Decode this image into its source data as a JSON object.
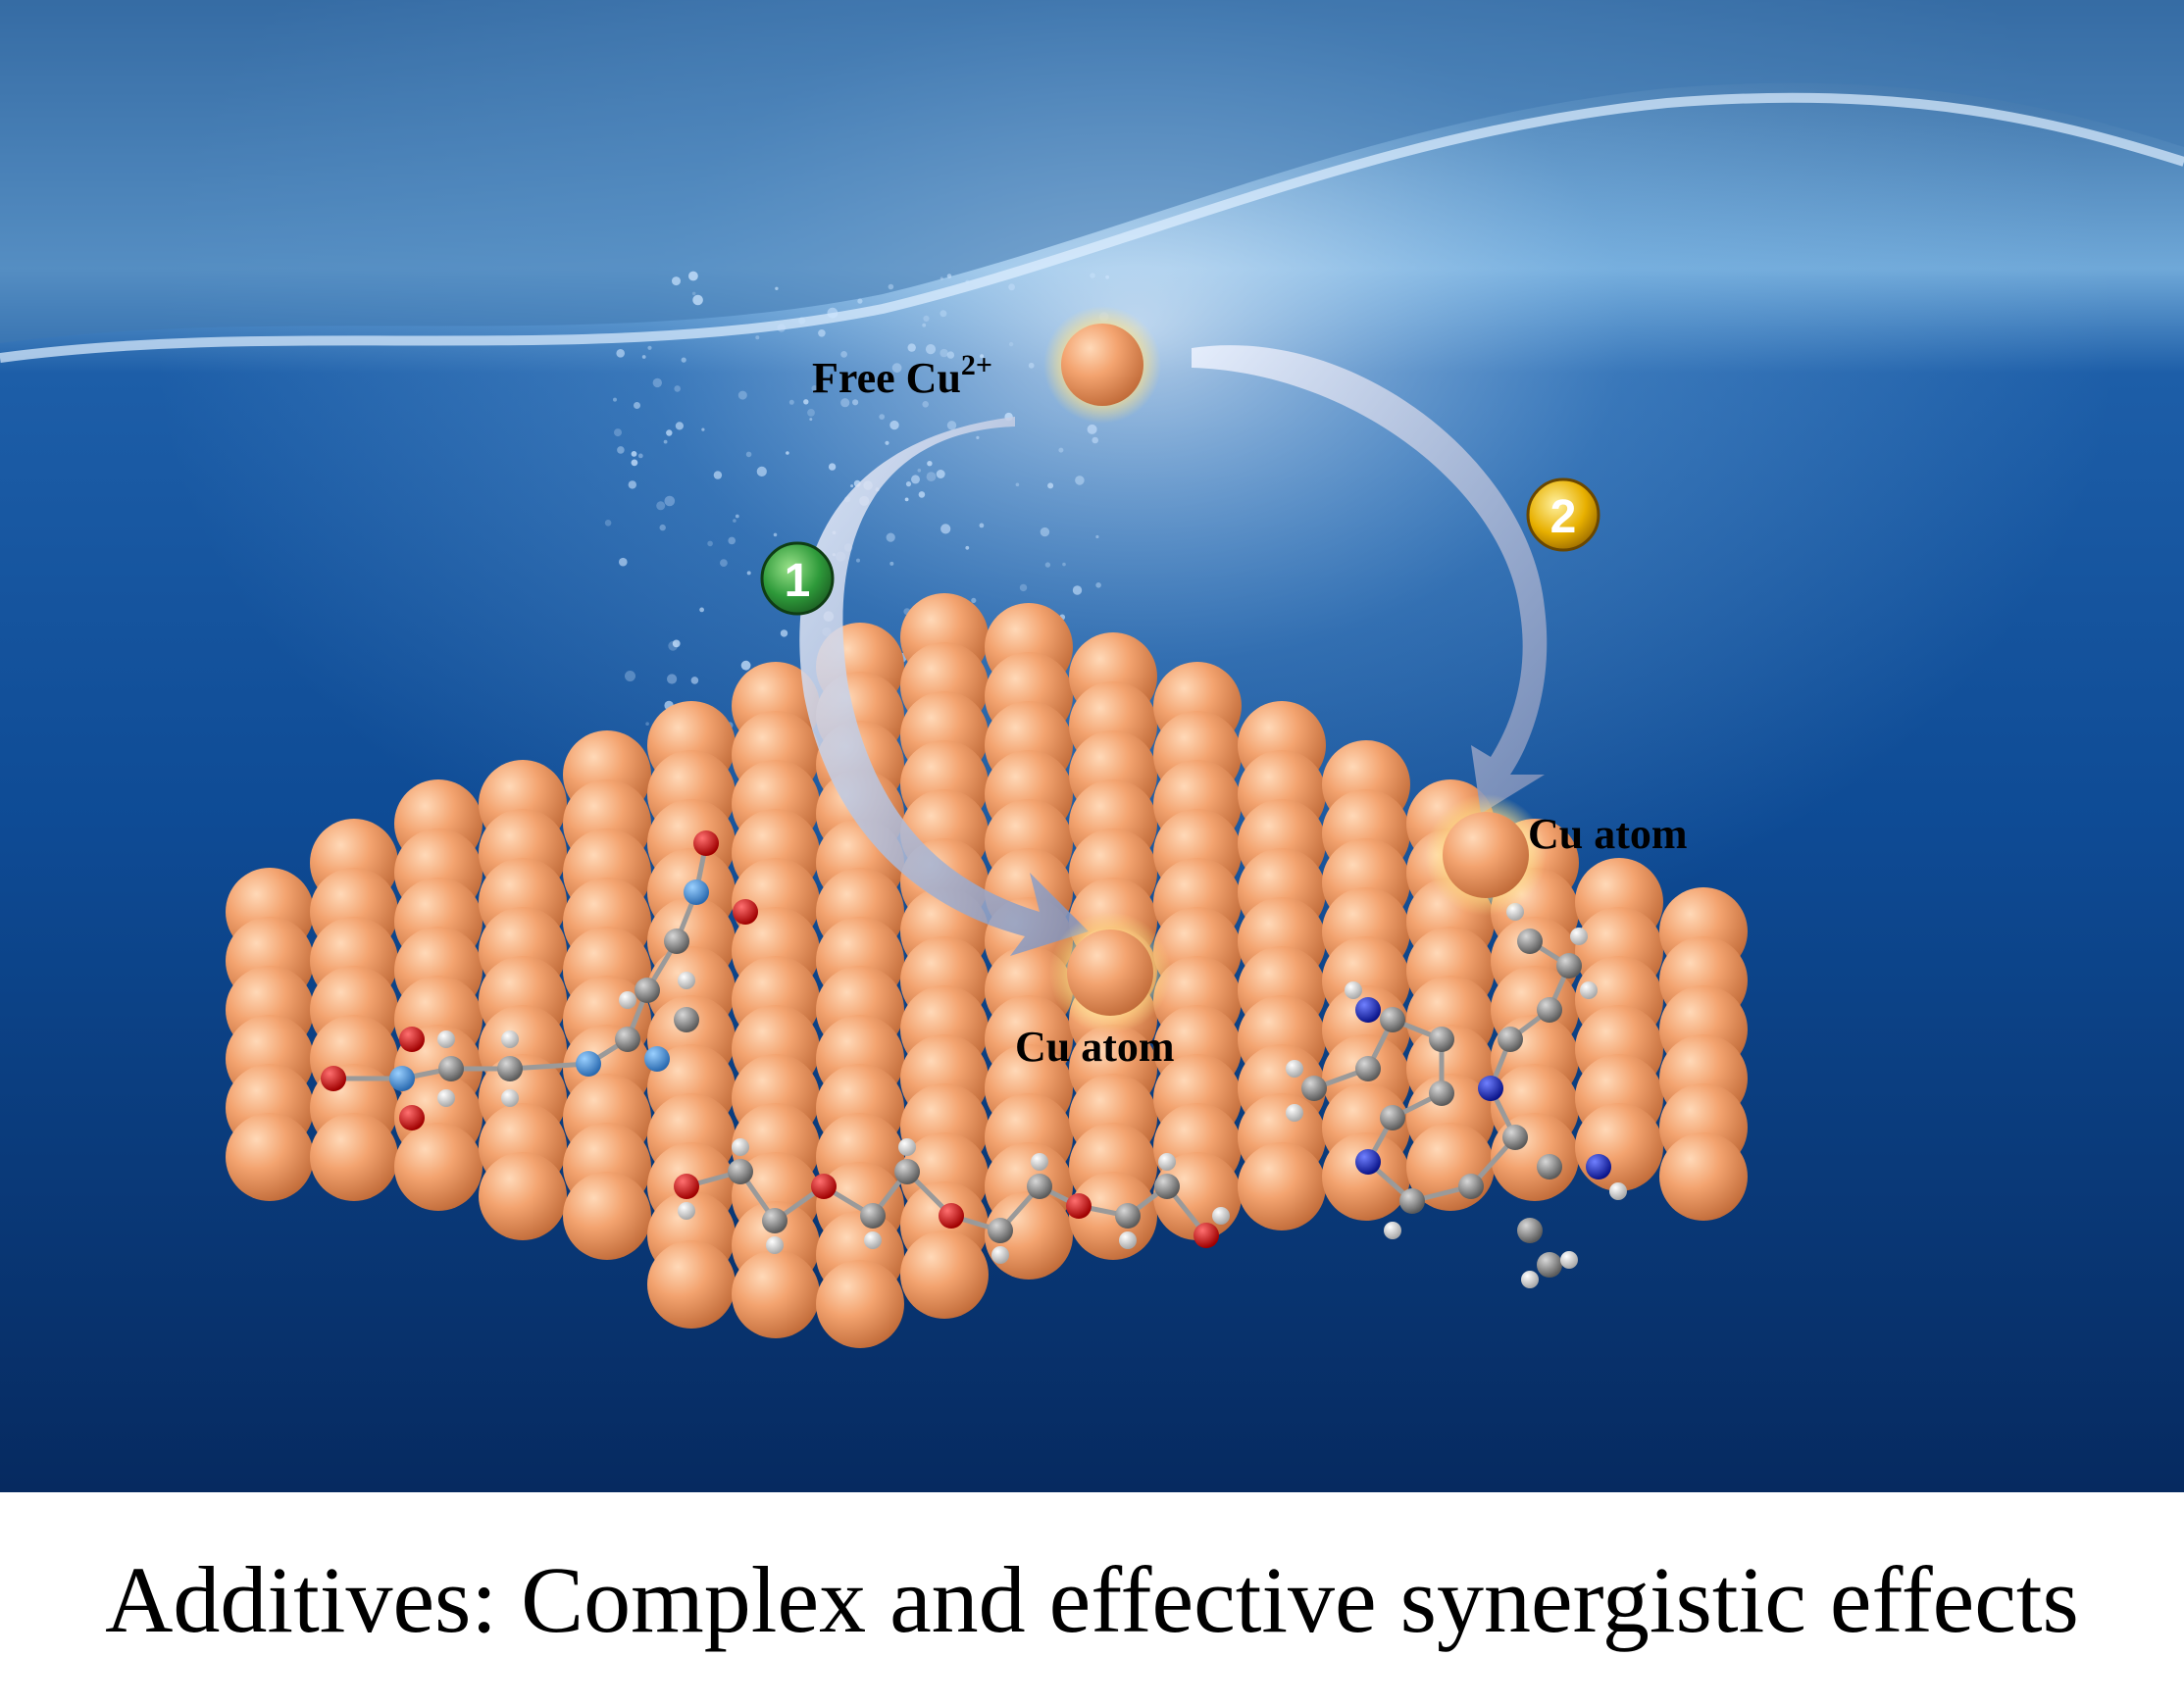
{
  "labels": {
    "free_ion": "Free Cu",
    "free_ion_charge": "2+",
    "step1": "1",
    "step2": "2",
    "cu_atom_center": "Cu atom",
    "cu_atom_right": "Cu atom"
  },
  "caption": "Additives: Complex and effective synergistic effects",
  "colors": {
    "copper": "#f0a070",
    "water_deep": "#0a3a78",
    "water_light": "#6fb0e8",
    "step1_badge": "#2e9a3a",
    "step2_badge": "#e0a000",
    "oxygen": "#d01010",
    "nitrogen": "#1a2ad0",
    "carbon": "#8a8a8a",
    "hydrogen": "#f4f4f4"
  },
  "icons": [
    "copper-atom-icon",
    "step-badge-icon",
    "curved-arrow-icon",
    "molecule-icon"
  ]
}
